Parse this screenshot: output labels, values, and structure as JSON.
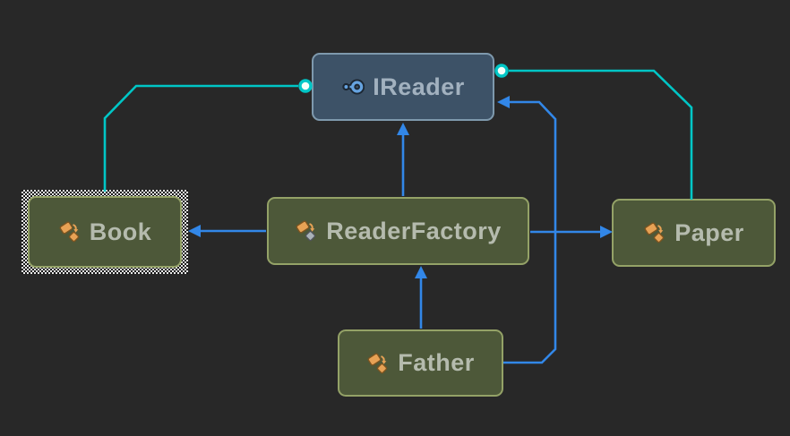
{
  "app": {
    "view": "uml-class-diagram"
  },
  "theme": {
    "bg": "#282828",
    "edge_blue": "#3287e8",
    "edge_teal": "#00c6c6",
    "interface_fill": "#3d5267",
    "interface_border": "#7e99ad",
    "interface_text": "#a2b1bf",
    "class_fill": "#4d5839",
    "class_border": "#94a267",
    "class_text": "#b5bbae",
    "icon_orange": "#e7a255",
    "icon_orange_dark": "#7c5420",
    "icon_gray": "#aab2b8",
    "icon_blue": "#66a3e0",
    "icon_blue_dark": "#1c2733",
    "lollipop_fill": "#f4fffa"
  },
  "diagram": {
    "nodes": [
      {
        "id": "ireader",
        "label": "IReader",
        "kind": "interface",
        "icon": "interface-icon",
        "selected": false
      },
      {
        "id": "book",
        "label": "Book",
        "kind": "class",
        "icon": "class-icon",
        "selected": true
      },
      {
        "id": "readerfactory",
        "label": "ReaderFactory",
        "kind": "class",
        "icon": "class-icon",
        "selected": false
      },
      {
        "id": "paper",
        "label": "Paper",
        "kind": "class",
        "icon": "class-icon",
        "selected": false
      },
      {
        "id": "father",
        "label": "Father",
        "kind": "class",
        "icon": "class-icon",
        "selected": false
      }
    ],
    "edges": [
      {
        "from": "Book",
        "to": "IReader",
        "type": "interface-lollipop",
        "color": "#00c6c6"
      },
      {
        "from": "Paper",
        "to": "IReader",
        "type": "interface-lollipop",
        "color": "#00c6c6"
      },
      {
        "from": "ReaderFactory",
        "to": "IReader",
        "type": "arrow",
        "color": "#3287e8"
      },
      {
        "from": "Father",
        "to": "ReaderFactory",
        "type": "arrow",
        "color": "#3287e8"
      },
      {
        "from": "ReaderFactory",
        "to": "Book",
        "type": "arrow",
        "color": "#3287e8"
      },
      {
        "from": "ReaderFactory",
        "to": "Paper",
        "type": "arrow",
        "color": "#3287e8"
      },
      {
        "from": "Father",
        "to": "IReader",
        "type": "arrow",
        "color": "#3287e8"
      }
    ]
  }
}
